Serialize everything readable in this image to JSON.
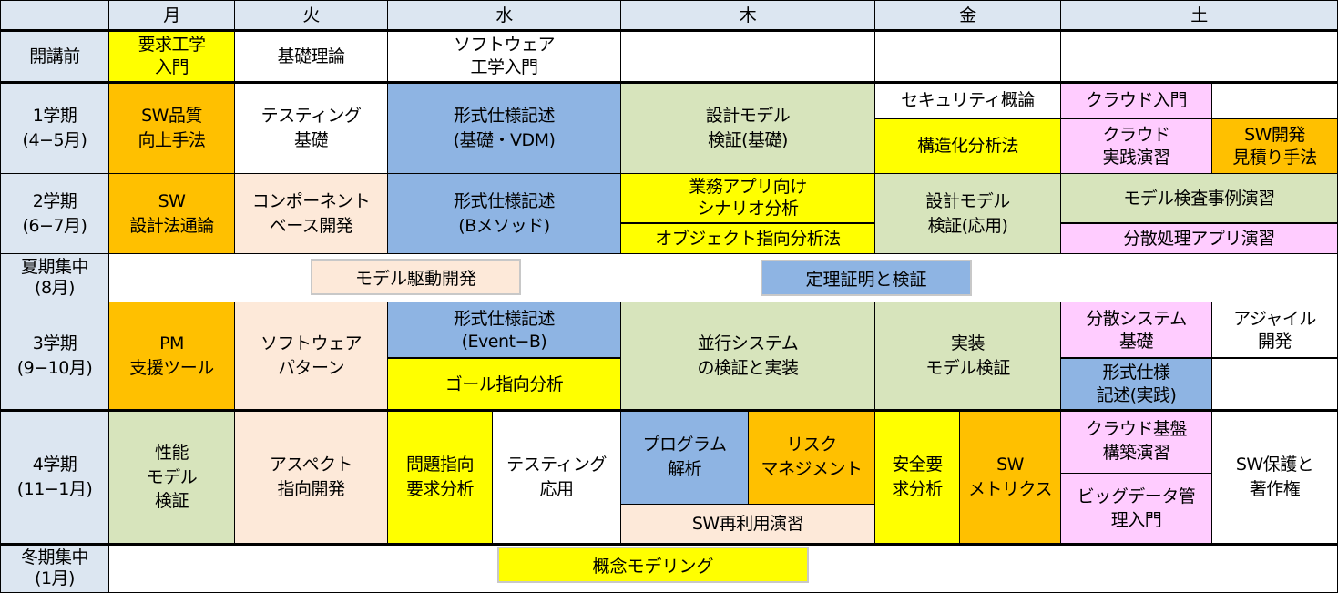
{
  "days": [
    "月",
    "火",
    "水",
    "木",
    "金",
    "土"
  ],
  "periods": [
    "開講前",
    "1学期\n(4−5月)",
    "2学期\n(6−7月)",
    "夏期集中\n(8月)",
    "3学期\n(9−10月)",
    "4学期\n(11−1月)",
    "冬期集中\n(1月)"
  ],
  "pre": {
    "mon": "要求工学\n入門",
    "tue": "基礎理論",
    "wed": "ソフトウェア\n工学入門"
  },
  "t1": {
    "mon": "SW品質\n向上手法",
    "tue": "テスティング\n基礎",
    "wed": "形式仕様記述\n(基礎・VDM)",
    "thu": "設計モデル\n検証(基礎)",
    "fri_a": "セキュリティ概論",
    "fri_b": "構造化分析法",
    "sat_a": "クラウド入門",
    "sat_b": "クラウド\n実践演習",
    "sat_c": "SW開発\n見積り手法"
  },
  "t2": {
    "mon": "SW\n設計法通論",
    "tue": "コンポーネント\nベース開発",
    "wed": "形式仕様記述\n(Bメソッド)",
    "thu_a": "業務アプリ向け\nシナリオ分析",
    "thu_b": "オブジェクト指向分析法",
    "fri": "設計モデル\n検証(応用)",
    "sat_a": "モデル検査事例演習",
    "sat_b": "分散処理アプリ演習"
  },
  "summer": {
    "a": "モデル駆動開発",
    "b": "定理証明と検証"
  },
  "t3": {
    "mon": "PM\n支援ツール",
    "tue": "ソフトウェア\nパターン",
    "wed_a": "形式仕様記述\n(Event−B)",
    "wed_b": "ゴール指向分析",
    "thu": "並行システム\nの検証と実装",
    "fri": "実装\nモデル検証",
    "sat_a": "分散システム\n基礎",
    "sat_b": "アジャイル\n開発",
    "sat_c": "形式仕様\n記述(実践)"
  },
  "t4": {
    "mon": "性能\nモデル\n検証",
    "tue": "アスペクト\n指向開発",
    "wed_a": "問題指向\n要求分析",
    "wed_b": "テスティング\n応用",
    "thu_a": "プログラム\n解析",
    "thu_b": "リスク\nマネジメント",
    "thu_c": "SW再利用演習",
    "fri_a": "安全要\n求分析",
    "fri_b": "SW\nメトリクス",
    "sat_a": "クラウド基盤\n構築演習",
    "sat_b": "ビッグデータ管\n理入門",
    "sat_c": "SW保護と\n著作権"
  },
  "winter": {
    "a": "概念モデリング"
  },
  "colors": {
    "yellow": "#FFFF00",
    "orange": "#FFC000",
    "blue": "#8EB4E3",
    "green": "#D7E4BC",
    "peach": "#FDE9D9",
    "pink": "#FFCCFF",
    "header": "#DCE6F1"
  }
}
